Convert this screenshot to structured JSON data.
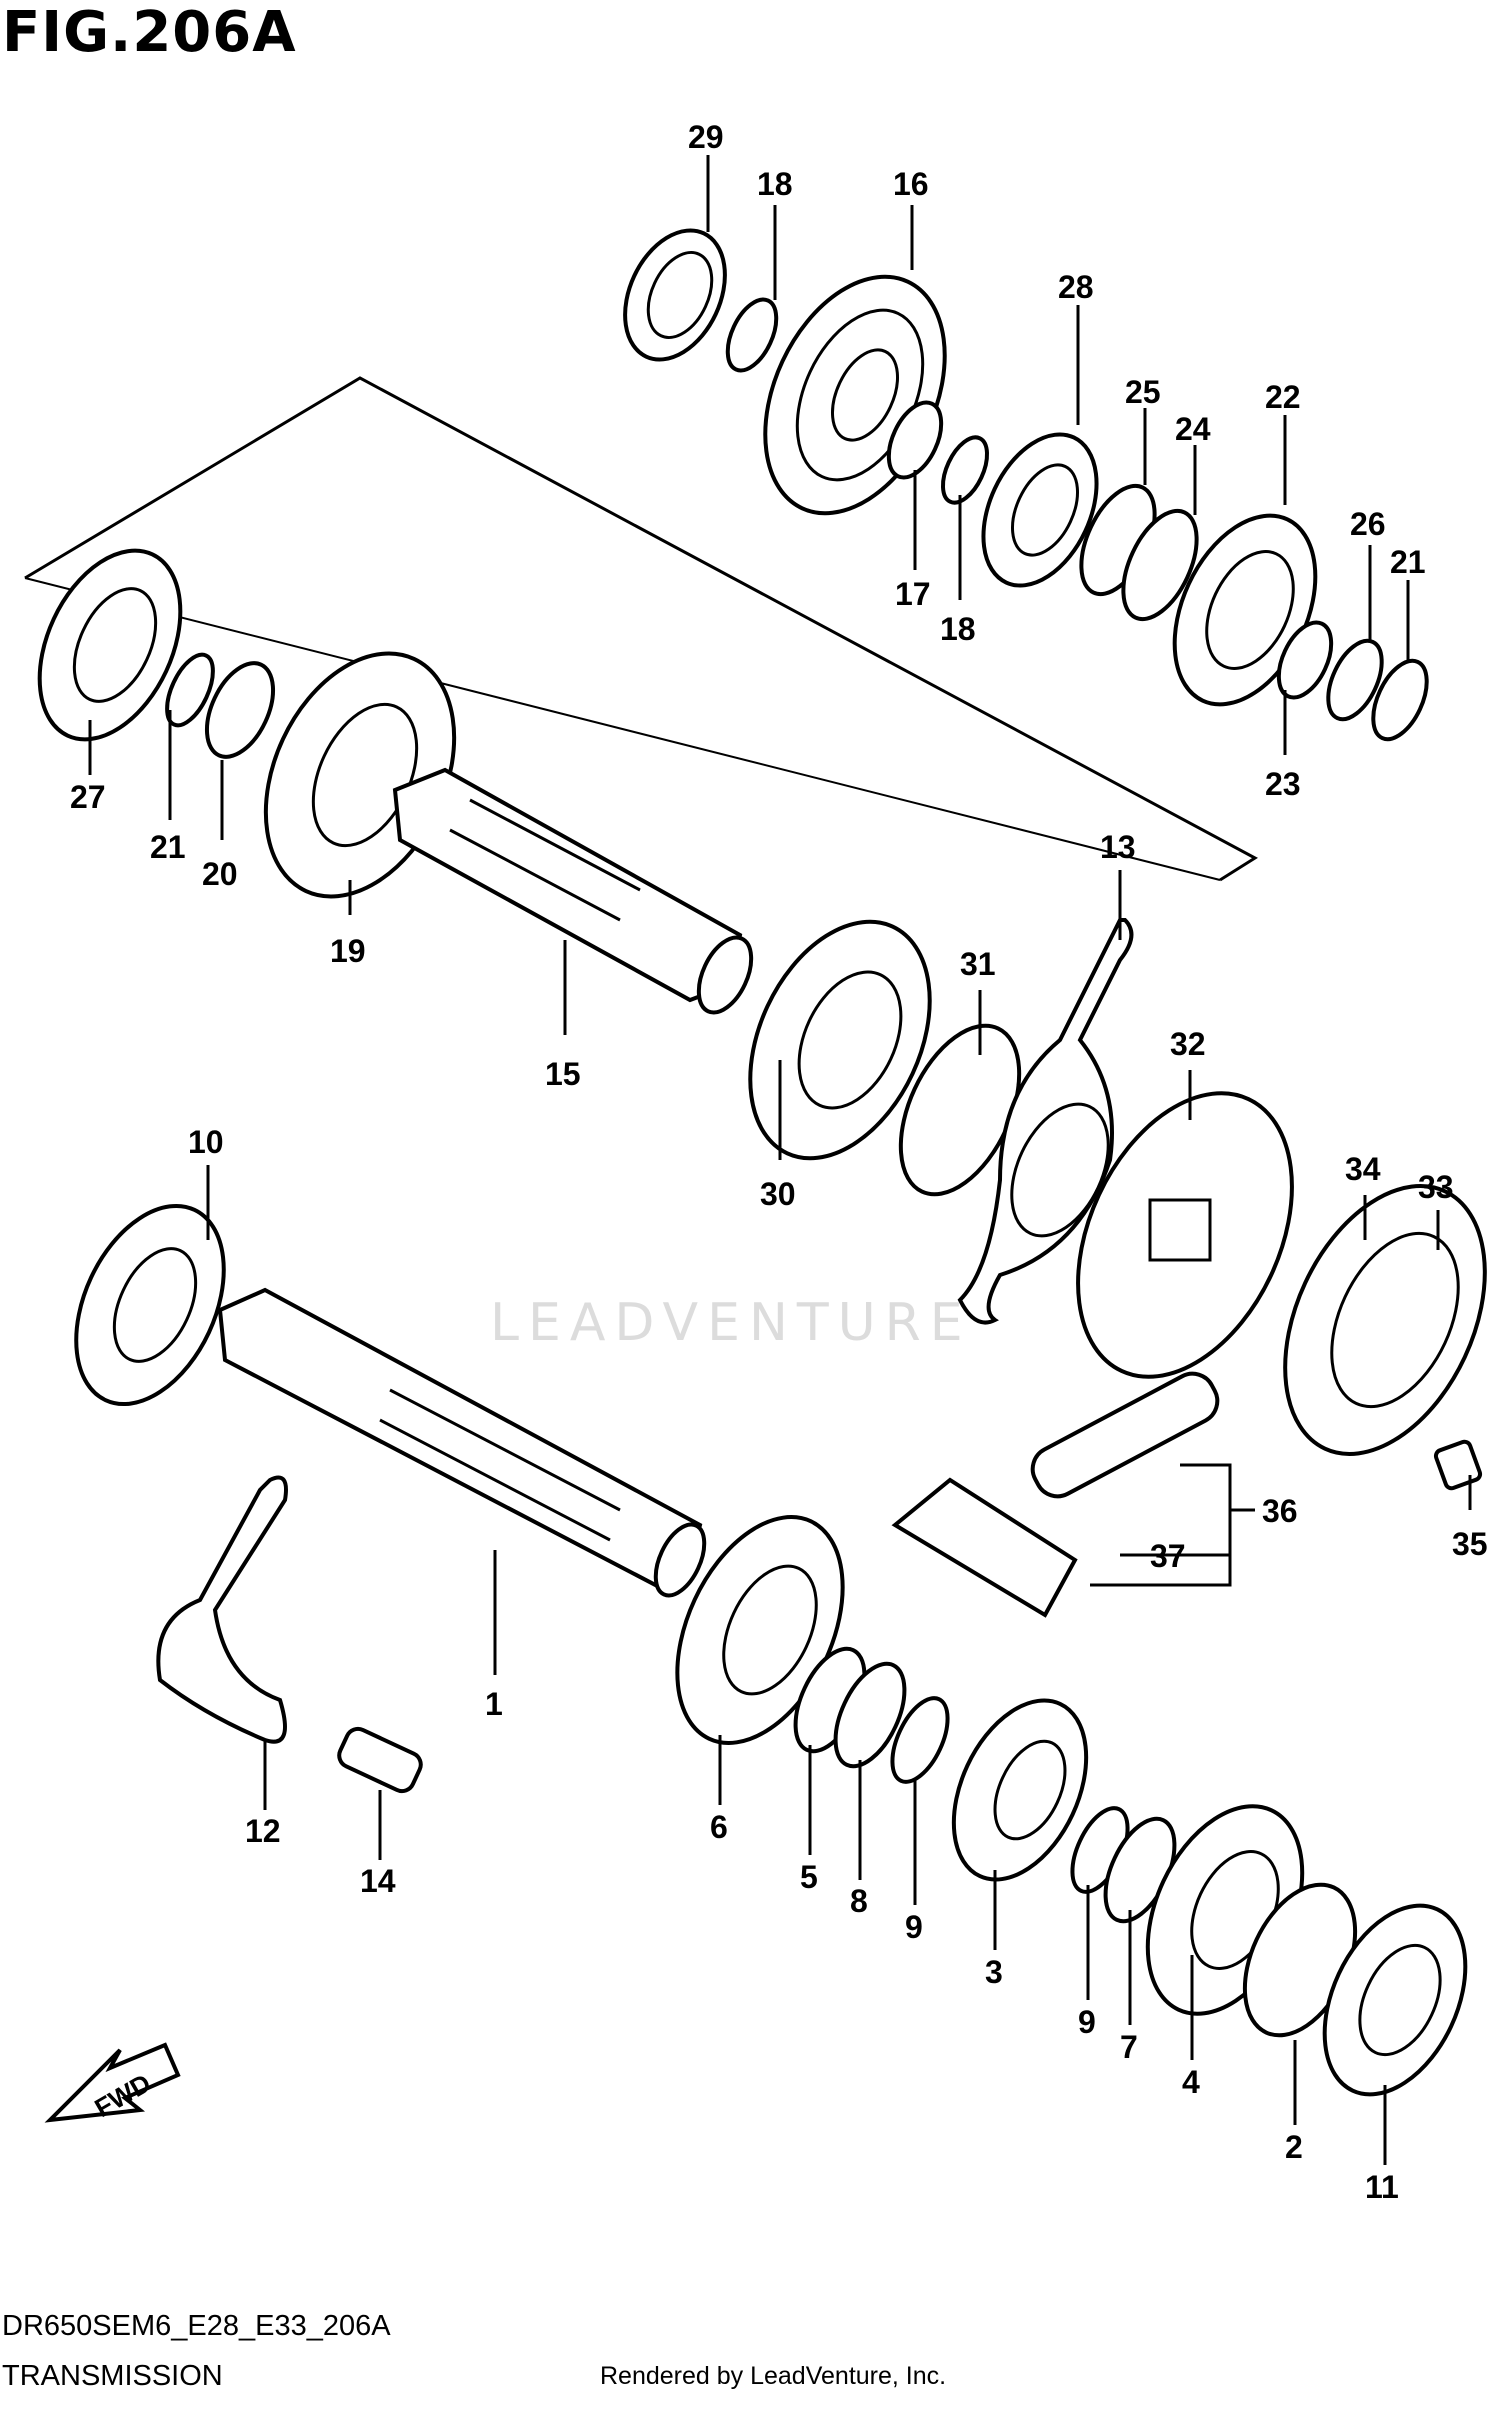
{
  "figure": {
    "title": "FIG.206A",
    "model_code": "DR650SEM6_E28_E33_206A",
    "name": "TRANSMISSION",
    "credit": "Rendered by LeadVenture, Inc.",
    "watermark": "LEADVENTURE",
    "fwd_arrow": "FWD"
  },
  "callouts": {
    "c1": "1",
    "c2": "2",
    "c3": "3",
    "c4": "4",
    "c5": "5",
    "c6": "6",
    "c7": "7",
    "c8": "8",
    "c9a": "9",
    "c9b": "9",
    "c10": "10",
    "c11": "11",
    "c12": "12",
    "c13": "13",
    "c14": "14",
    "c15": "15",
    "c16": "16",
    "c17": "17",
    "c18a": "18",
    "c18b": "18",
    "c19": "19",
    "c20": "20",
    "c21a": "21",
    "c21b": "21",
    "c22": "22",
    "c23": "23",
    "c24": "24",
    "c25": "25",
    "c26": "26",
    "c27": "27",
    "c28": "28",
    "c29": "29",
    "c30": "30",
    "c31": "31",
    "c32": "32",
    "c33": "33",
    "c34": "34",
    "c35": "35",
    "c36": "36",
    "c37": "37"
  },
  "icons": [
    "fwd-arrow-icon"
  ]
}
